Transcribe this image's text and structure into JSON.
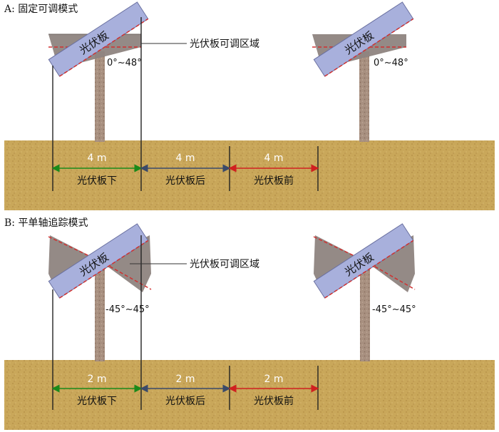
{
  "panels": [
    {
      "title": "A: 固定可调模式",
      "panel_label": "光伏板",
      "range_label": "0°~48°",
      "region_label": "光伏板可调区域",
      "segments": [
        {
          "distance": "4 m",
          "label": "光伏板下",
          "color": "#1a8a1a"
        },
        {
          "distance": "4 m",
          "label": "光伏板后",
          "color": "#3a4a6a"
        },
        {
          "distance": "4 m",
          "label": "光伏板前",
          "color": "#d02020"
        }
      ]
    },
    {
      "title": "B: 平单轴追踪模式",
      "panel_label": "光伏板",
      "range_label": "-45°~45°",
      "region_label": "光伏板可调区域",
      "segments": [
        {
          "distance": "2 m",
          "label": "光伏板下",
          "color": "#1a8a1a"
        },
        {
          "distance": "2 m",
          "label": "光伏板后",
          "color": "#3a4a6a"
        },
        {
          "distance": "2 m",
          "label": "光伏板前",
          "color": "#d02020"
        }
      ]
    }
  ],
  "colors": {
    "soil": "#c9a75a",
    "panel_fill": "#a8b0dc",
    "panel_stroke": "#6a70a0",
    "fan_fill": "#8e8480",
    "pole": "#a89080",
    "dashed_red": "#d03030"
  }
}
